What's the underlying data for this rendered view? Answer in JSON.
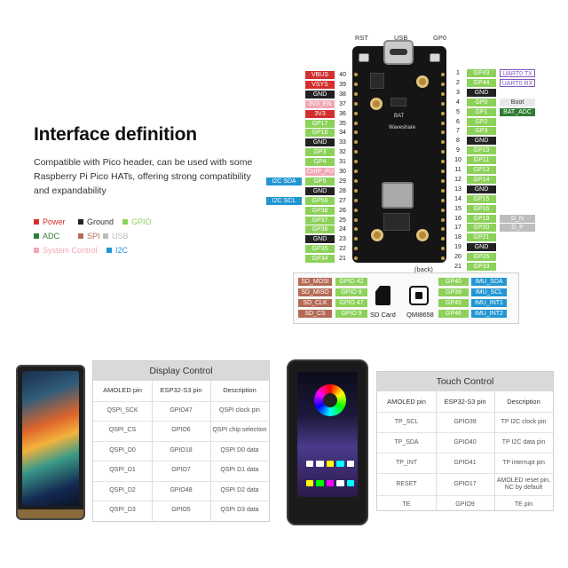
{
  "title": "Interface definition",
  "description": "Compatible with Pico header, can be used with some Raspberry Pi Pico HATs, offering strong compatibility and expandability",
  "legend": [
    {
      "label": "Power",
      "color": "#d32f2f"
    },
    {
      "label": "Ground",
      "color": "#222222"
    },
    {
      "label": "GPIO",
      "color": "#8cd15a"
    },
    {
      "label": "ADC",
      "color": "#2e7d32"
    },
    {
      "label": "SPI",
      "color": "#b56a55"
    },
    {
      "label": "USB",
      "color": "#bdbdbd"
    },
    {
      "label": "System Control",
      "color": "#f2a7b5"
    },
    {
      "label": "I2C",
      "color": "#2196d3"
    }
  ],
  "top_labels": {
    "rst": "RST",
    "usb": "USB",
    "gp0": "GP0",
    "back": "(back)"
  },
  "board_text": {
    "brand": "Waveshare",
    "bat": "BAT"
  },
  "colors": {
    "power": "#d32f2f",
    "ground": "#222222",
    "gpio": "#8cd15a",
    "adc": "#2e7d32",
    "spi": "#b56a55",
    "usb": "#bdbdbd",
    "sys": "#f2a7b5",
    "i2c": "#2196d3",
    "uart": "#7e57c2",
    "pin_label": "#8cd15a"
  },
  "left_pins": [
    {
      "name": "VBUS",
      "num": "40",
      "type": "power"
    },
    {
      "name": "VSYS",
      "num": "39",
      "type": "power"
    },
    {
      "name": "GND",
      "num": "38",
      "type": "ground"
    },
    {
      "name": "3V3_EN",
      "num": "37",
      "type": "sys"
    },
    {
      "name": "3V3",
      "num": "36",
      "type": "power"
    },
    {
      "name": "GP17",
      "num": "35",
      "type": "gpio"
    },
    {
      "name": "GP16",
      "num": "34",
      "type": "gpio"
    },
    {
      "name": "GND",
      "num": "33",
      "type": "ground"
    },
    {
      "name": "GP3",
      "num": "32",
      "type": "gpio"
    },
    {
      "name": "GP4",
      "num": "31",
      "type": "gpio"
    },
    {
      "name": "CHIP_PU",
      "num": "30",
      "type": "sys"
    },
    {
      "name": "GP5",
      "num": "29",
      "type": "gpio",
      "extra": "I2C SDA"
    },
    {
      "name": "GND",
      "num": "28",
      "type": "ground"
    },
    {
      "name": "GP59",
      "num": "27",
      "type": "gpio",
      "extra": "I2C SCL"
    },
    {
      "name": "GP38",
      "num": "26",
      "type": "gpio"
    },
    {
      "name": "GP37",
      "num": "25",
      "type": "gpio"
    },
    {
      "name": "GP36",
      "num": "24",
      "type": "gpio"
    },
    {
      "name": "GND",
      "num": "23",
      "type": "ground"
    },
    {
      "name": "GP35",
      "num": "22",
      "type": "gpio"
    },
    {
      "name": "GP34",
      "num": "21",
      "type": "gpio"
    }
  ],
  "right_pins": [
    {
      "num": "1",
      "name": "GP43",
      "type": "gpio",
      "extra": "UART0 TX",
      "extra_type": "uart"
    },
    {
      "num": "2",
      "name": "GP44",
      "type": "gpio",
      "extra": "UART0 RX",
      "extra_type": "uart"
    },
    {
      "num": "3",
      "name": "GND",
      "type": "ground"
    },
    {
      "num": "4",
      "name": "GP0",
      "type": "gpio",
      "extra": "Boot",
      "extra_type": "plain"
    },
    {
      "num": "5",
      "name": "GP1",
      "type": "gpio",
      "extra": "BAT_ADC",
      "extra_type": "adc"
    },
    {
      "num": "6",
      "name": "GP2",
      "type": "gpio"
    },
    {
      "num": "7",
      "name": "GP3",
      "type": "gpio"
    },
    {
      "num": "8",
      "name": "GND",
      "type": "ground"
    },
    {
      "num": "9",
      "name": "GP10",
      "type": "gpio"
    },
    {
      "num": "10",
      "name": "GP11",
      "type": "gpio"
    },
    {
      "num": "11",
      "name": "GP13",
      "type": "gpio"
    },
    {
      "num": "12",
      "name": "GP14",
      "type": "gpio"
    },
    {
      "num": "13",
      "name": "GND",
      "type": "ground"
    },
    {
      "num": "14",
      "name": "GP15",
      "type": "gpio"
    },
    {
      "num": "15",
      "name": "GP16",
      "type": "gpio"
    },
    {
      "num": "16",
      "name": "GP19",
      "type": "gpio",
      "extra": "D_N",
      "extra_type": "usb"
    },
    {
      "num": "17",
      "name": "GP20",
      "type": "gpio",
      "extra": "D_P",
      "extra_type": "usb"
    },
    {
      "num": "18",
      "name": "GP21",
      "type": "gpio"
    },
    {
      "num": "19",
      "name": "GND",
      "type": "ground"
    },
    {
      "num": "20",
      "name": "GP26",
      "type": "gpio"
    },
    {
      "num": "21",
      "name": "GP33",
      "type": "gpio"
    }
  ],
  "back_sd": {
    "rows": [
      {
        "signal": "SD_MOSI",
        "gpio": "GPIO 42"
      },
      {
        "signal": "SD_MISO",
        "gpio": "GPIO 8"
      },
      {
        "signal": "SD_CLK",
        "gpio": "GPIO 47"
      },
      {
        "signal": "SD_CS",
        "gpio": "GPIO 9"
      }
    ],
    "caption": "SD Card"
  },
  "back_imu": {
    "rows": [
      {
        "gpio": "GP40",
        "signal": "IMU_SDA"
      },
      {
        "gpio": "GP39",
        "signal": "IMU_SCL"
      },
      {
        "gpio": "GP45",
        "signal": "IMU_INT1"
      },
      {
        "gpio": "GP46",
        "signal": "IMU_INT2"
      }
    ],
    "caption": "QMI8658"
  },
  "display_control": {
    "title": "Display Control",
    "headers": [
      "AMOLED pin",
      "ESP32-S3 pin",
      "Description"
    ],
    "rows": [
      [
        "QSPI_SCK",
        "GPIO47",
        "QSPI clock pin"
      ],
      [
        "QSPI_CS",
        "GPIO6",
        "QSPI chip selection"
      ],
      [
        "QSPI_D0",
        "GPIO18",
        "QSPI D0 data"
      ],
      [
        "QSPI_D1",
        "GPIO7",
        "QSPI D1 data"
      ],
      [
        "QSPI_D2",
        "GPIO48",
        "QSPI D2 data"
      ],
      [
        "QSPI_D3",
        "GPIO5",
        "QSPI D3 data"
      ]
    ]
  },
  "touch_control": {
    "title": "Touch Control",
    "headers": [
      "AMOLED pin",
      "ESP32-S3 pin",
      "Description"
    ],
    "rows": [
      [
        "TP_SCL",
        "GPIO39",
        "TP I2C clock pin"
      ],
      [
        "TP_SDA",
        "GPIO40",
        "TP I2C data pin"
      ],
      [
        "TP_INT",
        "GPIO41",
        "TP interrupt pin"
      ],
      [
        "RESET",
        "GPIO17",
        "AMOLED reset pin, NC by default"
      ],
      [
        "TE",
        "GPIO9",
        "TE pin"
      ]
    ]
  }
}
